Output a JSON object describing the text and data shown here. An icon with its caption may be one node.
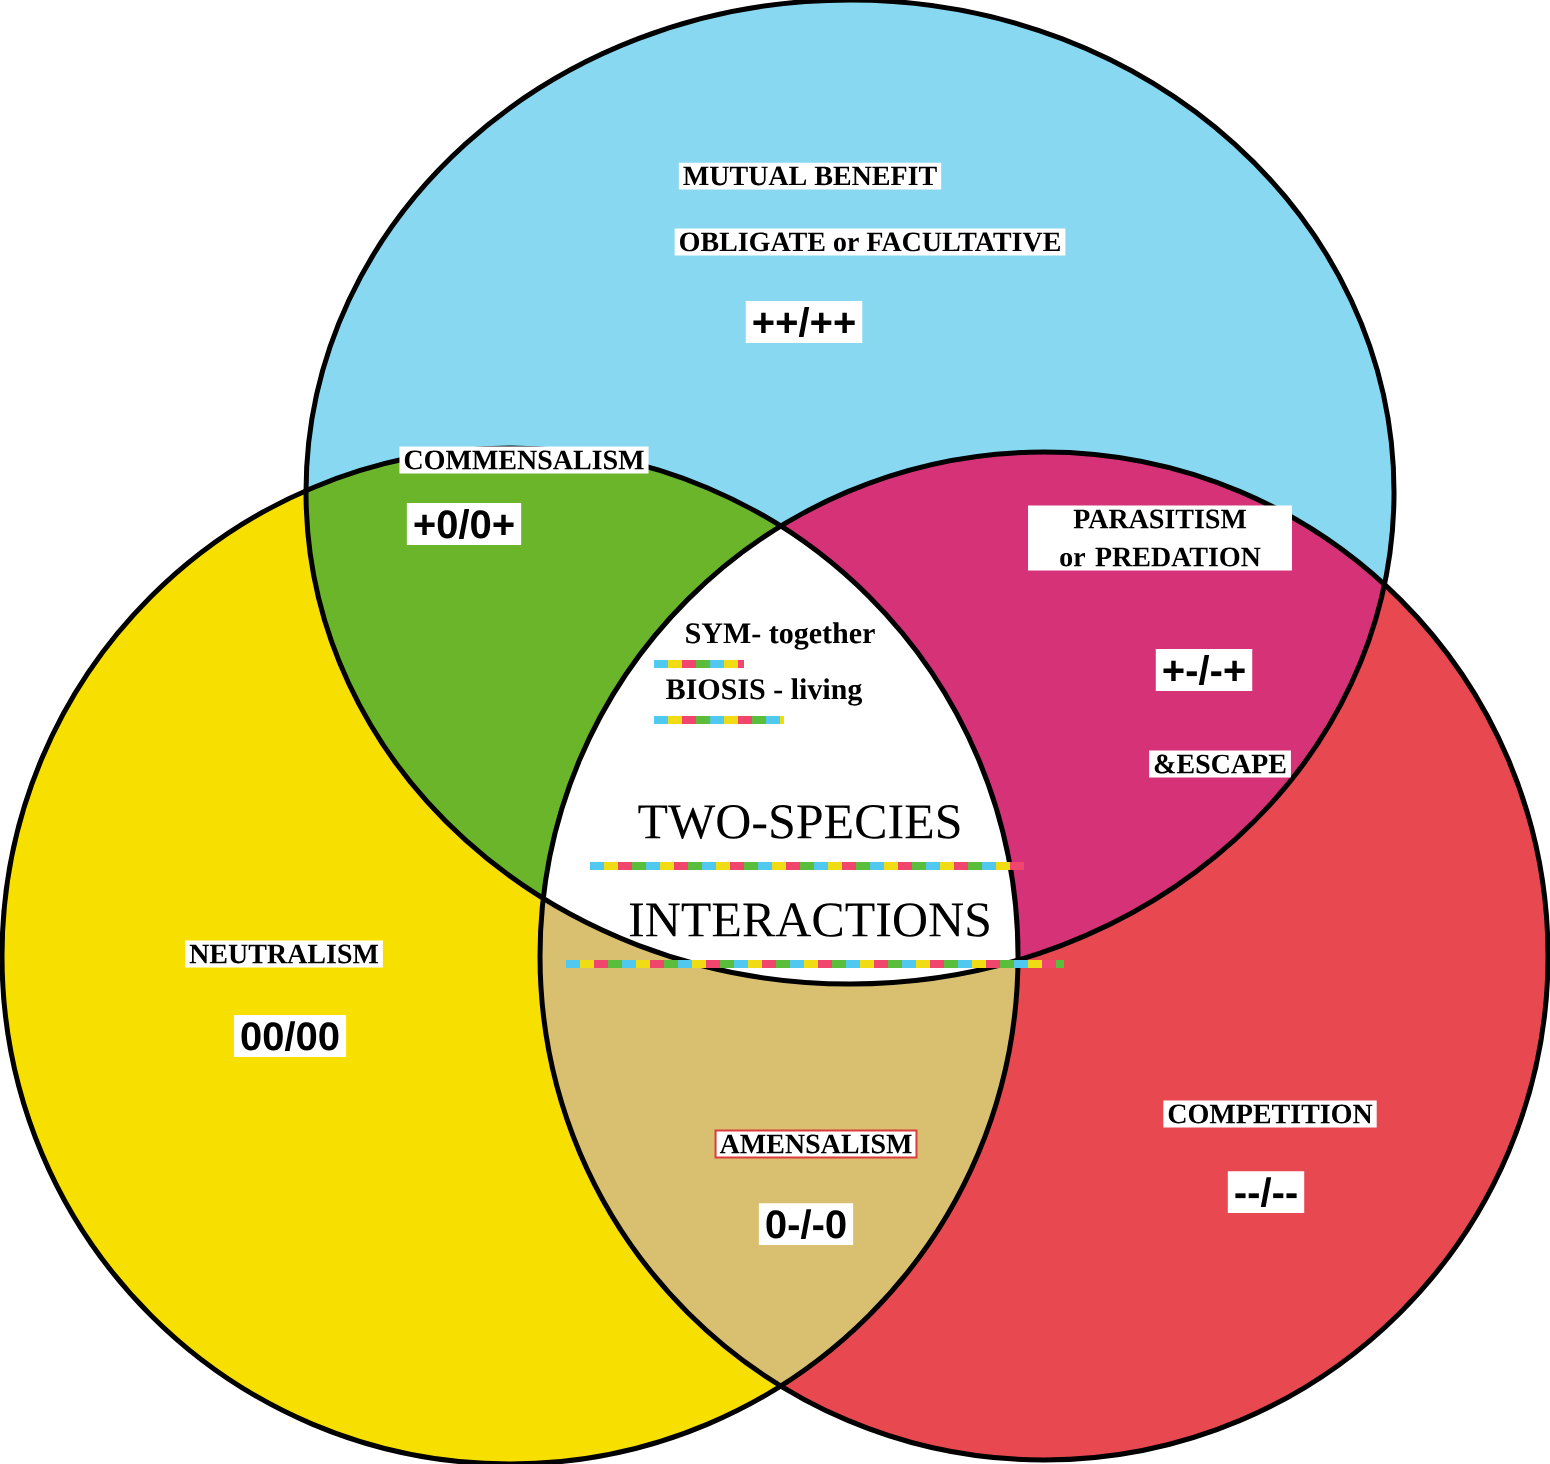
{
  "diagram": {
    "nodes": [
      {
        "text": [
          "MUTUAL BENEFIT",
          "OBLIGATE or FACULTATIVE",
          "++/++"
        ]
      },
      {
        "text": [
          "NEUTRALISM",
          "00/00"
        ]
      },
      {
        "text": [
          "COMPETITION",
          "--/--"
        ]
      }
    ],
    "labels": [
      "COMMENSALISM",
      "+0/0+",
      "PARASITISM or PREDATION",
      "+-/-+",
      "SYM- together",
      "BIOSIS - living",
      "&ESCAPE",
      "TWO-SPECIES",
      "INTERACTIONS",
      "AMENSALISM",
      "0-/-0"
    ]
  }
}
